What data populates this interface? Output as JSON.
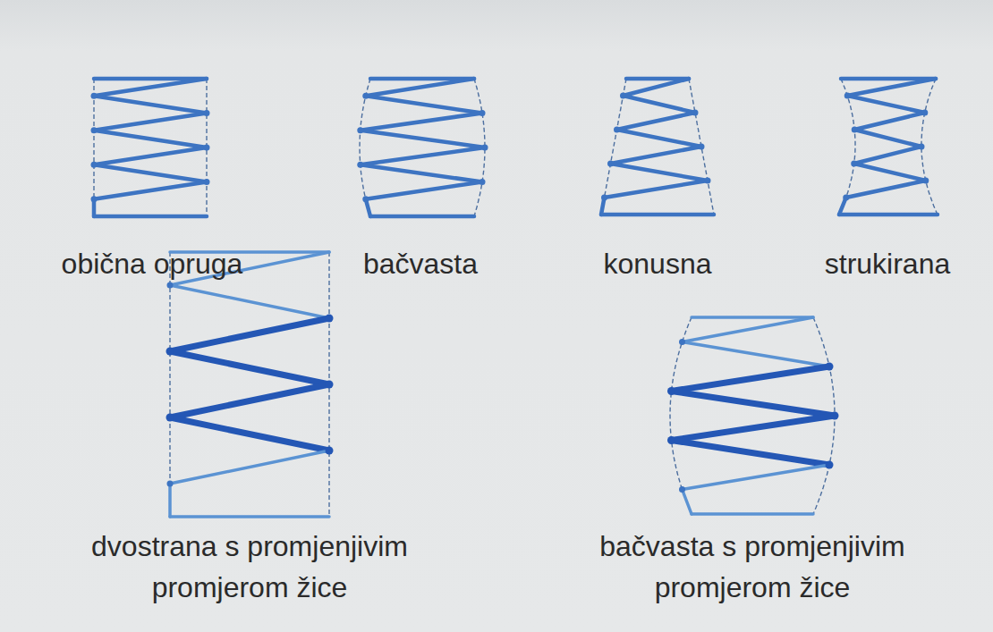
{
  "diagram": {
    "labels": [
      "obična opruga",
      "bačvasta",
      "konusna",
      "strukirana",
      "dvostrana s promjenjivim promjerom žice",
      "bačvasta s promjenjivim promjerom žice"
    ]
  }
}
